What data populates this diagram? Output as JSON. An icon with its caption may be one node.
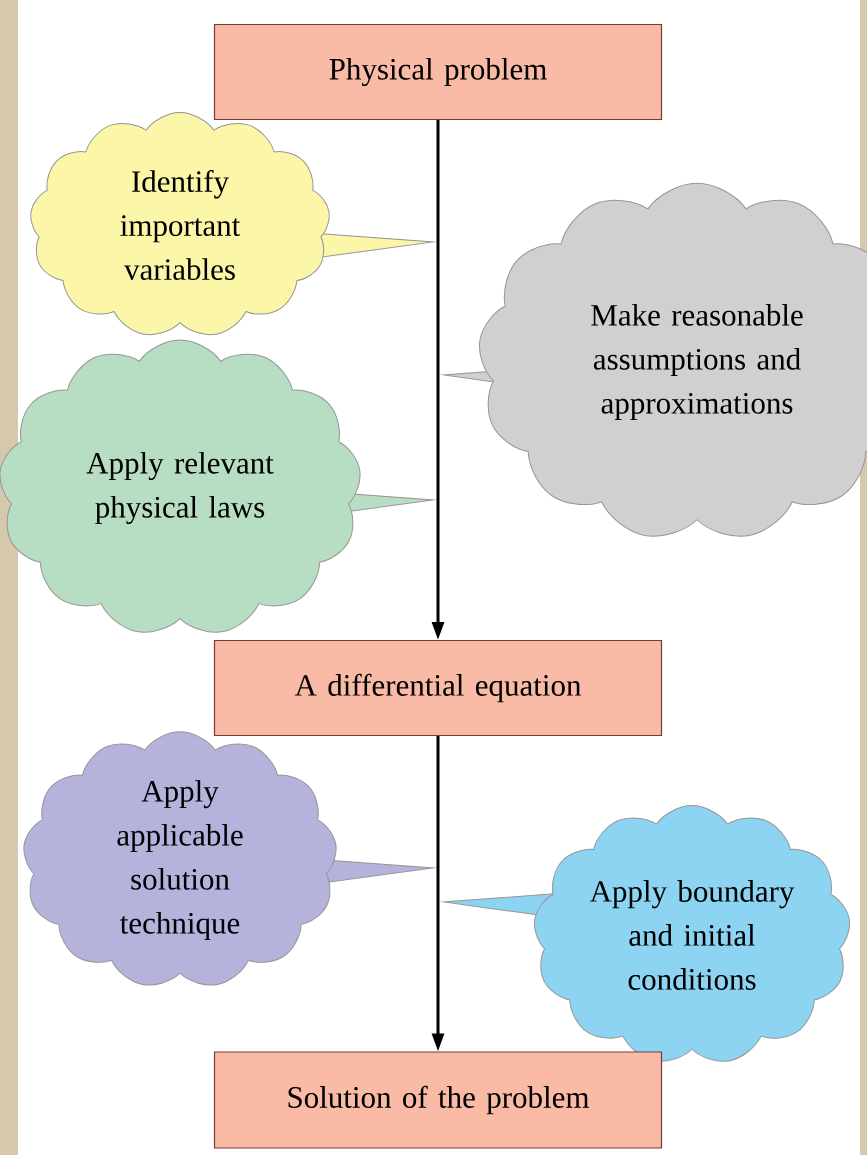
{
  "diagram": {
    "nodes": [
      {
        "text": [
          "Physical problem"
        ]
      },
      {
        "text": [
          "Identify important variables"
        ]
      },
      {
        "text": [
          "Make reasonable assumptions and approximations"
        ]
      },
      {
        "text": [
          "Apply relevant physical laws"
        ]
      },
      {
        "text": [
          "A differential equation"
        ]
      },
      {
        "text": [
          "Apply applicable solution technique"
        ]
      },
      {
        "text": [
          "Apply boundary and initial conditions"
        ]
      },
      {
        "text": [
          "Solution of the problem"
        ]
      }
    ],
    "edges": [
      {
        "from": 0,
        "to": 4,
        "arrow": "to"
      },
      {
        "from": 4,
        "to": 7,
        "arrow": "to"
      }
    ]
  }
}
